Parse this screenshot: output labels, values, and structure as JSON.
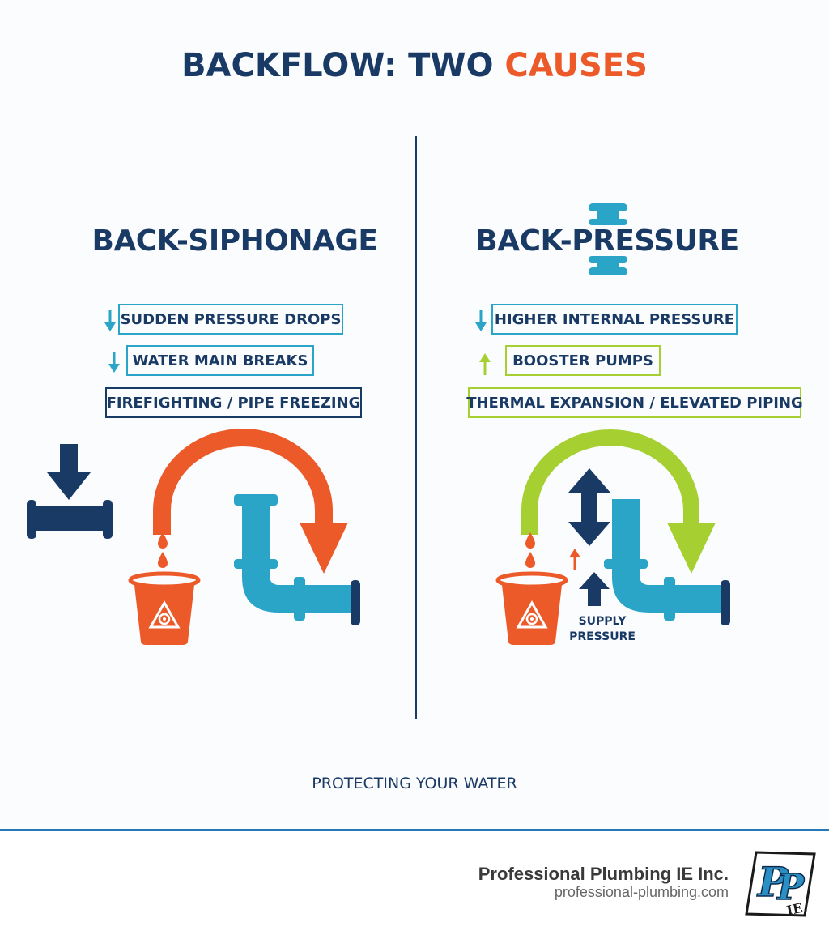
{
  "title": {
    "part1": "BACKFLOW: TWO ",
    "part2": "CAUSES"
  },
  "left": {
    "heading": "BACK-SIPHONAGE",
    "items": [
      {
        "label": "SUDDEN PRESSURE DROPS",
        "icon": "arrow-down-icon"
      },
      {
        "label": "WATER MAIN BREAKS",
        "icon": "arrow-down-icon"
      },
      {
        "label": "FIREFIGHTING / PIPE FREEZING",
        "icon": ""
      }
    ]
  },
  "right": {
    "heading": "BACK-PRESSURE",
    "items": [
      {
        "label": "HIGHER INTERNAL PRESSURE",
        "icon": "arrow-down-icon"
      },
      {
        "label": "BOOSTER PUMPS",
        "icon": "arrow-up-icon"
      },
      {
        "label": "THERMAL EXPANSION / ELEVATED PIPING",
        "icon": ""
      }
    ],
    "supply_label_line1": "SUPPLY",
    "supply_label_line2": "PRESSURE"
  },
  "caption": "PROTECTING YOUR WATER",
  "footer": {
    "company": "Professional Plumbing IE Inc.",
    "website": "professional-plumbing.com"
  },
  "colors": {
    "navy": "#1a3a66",
    "orange": "#ec5a2a",
    "cyan": "#2aa5c8",
    "lime": "#a6d032",
    "footer_rule": "#2778bb"
  }
}
